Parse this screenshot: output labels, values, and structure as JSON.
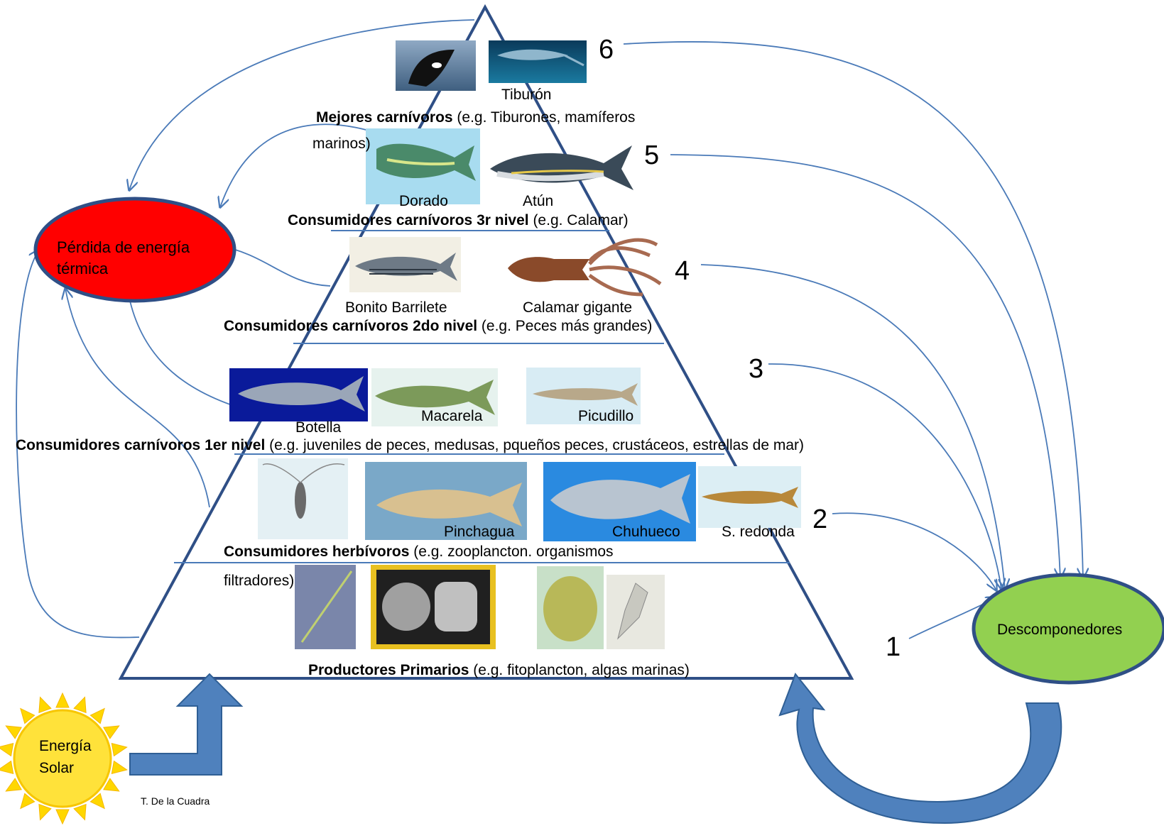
{
  "levels": [
    {
      "number": "6",
      "title": "Mejores carnívoros",
      "detail": " (e.g.  Tiburones, mamíferos",
      "detail2": "marinos)"
    },
    {
      "number": "5",
      "title": "Consumidores carnívoros 3r nivel",
      "detail": " (e.g.  Calamar)"
    },
    {
      "number": "4",
      "title": "Consumidores carnívoros 2do nivel",
      "detail": " (e.g.  Peces más grandes)"
    },
    {
      "number": "3",
      "title": "Consumidores carnívoros 1er nivel",
      "detail": " (e.g.  juveniles de peces, medusas, pqueños peces, crustáceos, estrellas de mar)"
    },
    {
      "number": "2",
      "title": "Consumidores herbívoros",
      "detail": " (e.g. zooplancton. organismos",
      "detail2": "filtradores)"
    },
    {
      "number": "1",
      "title": "Productores Primarios",
      "detail": " (e.g. fitoplancton, algas marinas)"
    }
  ],
  "species": {
    "tiburon": "Tiburón",
    "dorado": "Dorado",
    "atun": "Atún",
    "bonito": "Bonito Barrilete",
    "calamar": "Calamar gigante",
    "botella": "Botella",
    "macarela": "Macarela",
    "picudillo": "Picudillo",
    "pinchagua": "Pinchagua",
    "chuhueco": "Chuhueco",
    "sredonda": "S. redonda"
  },
  "nodes": {
    "heat_loss": "Pérdida de energía térmica",
    "heat_loss_line1": "Pérdida de energía",
    "heat_loss_line2": "térmica",
    "decomposers": "Descomponedores",
    "solar_line1": "Energía",
    "solar_line2": "Solar"
  },
  "credit": "T. De la Cuadra",
  "colors": {
    "pyramid": "#2f4f86",
    "arrow": "#4a7ab8",
    "heat_fill": "#ff0000",
    "decomposer_fill": "#92d050",
    "sun": "#ffd700",
    "big_arrow": "#4f81bd"
  }
}
